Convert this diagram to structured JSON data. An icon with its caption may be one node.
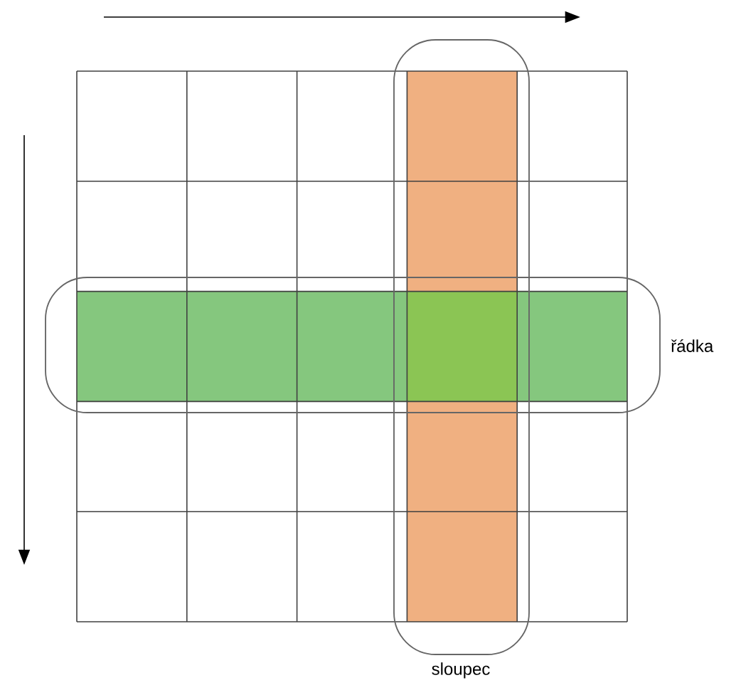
{
  "diagram": {
    "nodes": [
      {
        "text": [],
        "shape": "box",
        "beside": [
          "řádka"
        ]
      },
      {
        "text": [],
        "shape": "box",
        "beside": [
          "sloupec"
        ]
      }
    ]
  }
}
